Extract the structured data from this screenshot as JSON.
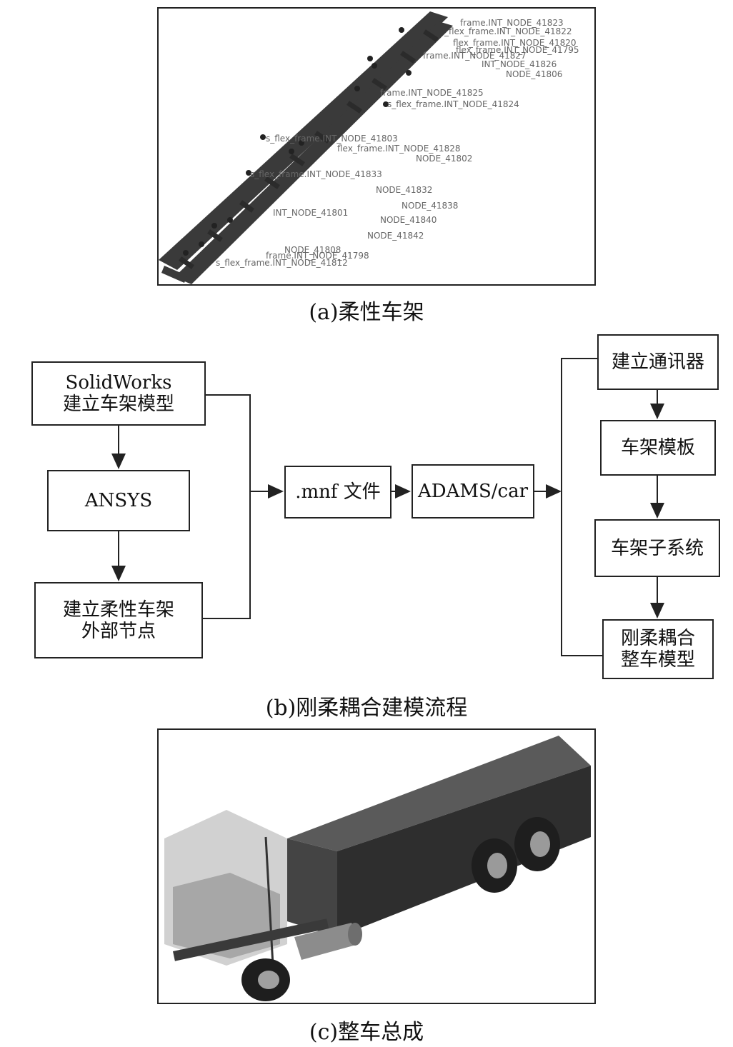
{
  "panels": {
    "a_caption": "(a)柔性车架",
    "b_caption": "(b)刚柔耦合建模流程",
    "c_caption": "(c)整车总成"
  },
  "frame_node_labels": [
    "frame.INT_NODE_41823",
    "_flex_frame.INT_NODE_41822",
    "flex_frame.INT_NODE_41820",
    "flex_frame.INT_NODE_41795",
    "frame.INT_NODE_41827",
    "INT_NODE_41826",
    "NODE_41806",
    "frame.INT_NODE_41825",
    "s_flex_frame.INT_NODE_41824",
    "s_flex_frame.INT_NODE_41803",
    "flex_frame.INT_NODE_41828",
    "NODE_41802",
    "s_flex_frame.INT_NODE_41833",
    "NODE_41832",
    "NODE_41838",
    "INT_NODE_41801",
    "NODE_41840",
    "NODE_41842",
    "NODE_41808",
    "frame.INT_NODE_41798",
    "s_flex_frame.INT_NODE_41812"
  ],
  "flowchart": {
    "solidworks": "SolidWorks\n建立车架模型",
    "ansys": "ANSYS",
    "nodes": "建立柔性车架\n外部节点",
    "mnf": ".mnf 文件",
    "adams": "ADAMS/car",
    "comm": "建立通讯器",
    "template": "车架模板",
    "subsystem": "车架子系统",
    "model": "刚柔耦合\n整车模型"
  },
  "colors": {
    "frame": "#3a3a3a",
    "cargo_box": "#2e2e2e",
    "cab_glass": "#bdbdbd"
  }
}
